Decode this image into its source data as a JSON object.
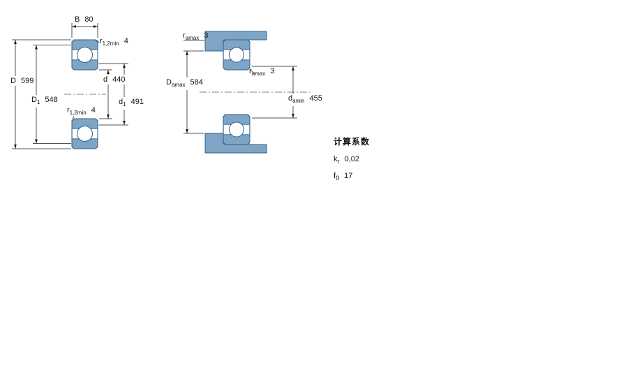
{
  "drawing": {
    "colors": {
      "part_fill": "#7fa5c6",
      "part_outline": "#2f5d85",
      "dim_line": "#1a1a1a",
      "background": "#ffffff"
    }
  },
  "left_view": {
    "dim_B": {
      "symbol": "B",
      "value": "80"
    },
    "dim_r12_top": {
      "symbol": "r",
      "sub": "1,2min",
      "value": "4"
    },
    "dim_D": {
      "symbol": "D",
      "value": "599"
    },
    "dim_D1": {
      "symbol": "D",
      "sub": "1",
      "value": "548"
    },
    "dim_d": {
      "symbol": "d",
      "value": "440"
    },
    "dim_d1": {
      "symbol": "d",
      "sub": "1",
      "value": "491"
    },
    "dim_r12_bottom": {
      "symbol": "r",
      "sub": "1,2min",
      "value": "4"
    }
  },
  "right_view": {
    "dim_ra_top": {
      "symbol": "r",
      "sub": "amax",
      "value": "3"
    },
    "dim_Da": {
      "symbol": "D",
      "sub": "amax",
      "value": "584"
    },
    "dim_ra_mid": {
      "symbol": "r",
      "sub": "amax",
      "value": "3"
    },
    "dim_da": {
      "symbol": "d",
      "sub": "amin",
      "value": "455"
    }
  },
  "calculation_factors": {
    "heading": "计算系数",
    "kr": {
      "symbol": "k",
      "sub": "r",
      "value": "0,02"
    },
    "f0": {
      "symbol": "f",
      "sub": "0",
      "value": "17"
    }
  }
}
